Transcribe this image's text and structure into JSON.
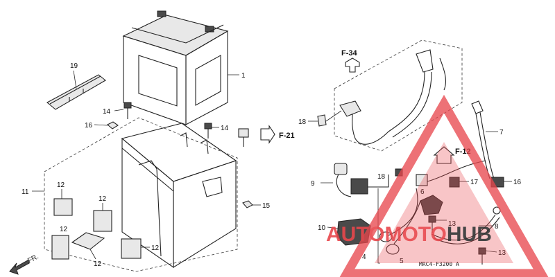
{
  "diagram": {
    "callouts": {
      "c1": "1",
      "c4": "4",
      "c5": "5",
      "c6": "6",
      "c7": "7",
      "c8": "8",
      "c9": "9",
      "c10": "10",
      "c11": "11",
      "c12a": "12",
      "c12b": "12",
      "c12c": "12",
      "c12d": "12",
      "c12e": "12",
      "c12f": "12",
      "c13a": "13",
      "c13b": "13",
      "c14a": "14",
      "c14b": "14",
      "c15": "15",
      "c16a": "16",
      "c16b": "16",
      "c17": "17",
      "c18a": "18",
      "c18b": "18",
      "c19": "19"
    },
    "refs": {
      "f34": "F-34",
      "f21": "F-21",
      "f12": "F-12"
    },
    "front_label": "FR.",
    "part_code": "MRC4-F3200 A"
  },
  "watermark": {
    "part1": "AUTO",
    "part2": "MOTO",
    "part3": "HUB",
    "color": "#e8474c"
  }
}
